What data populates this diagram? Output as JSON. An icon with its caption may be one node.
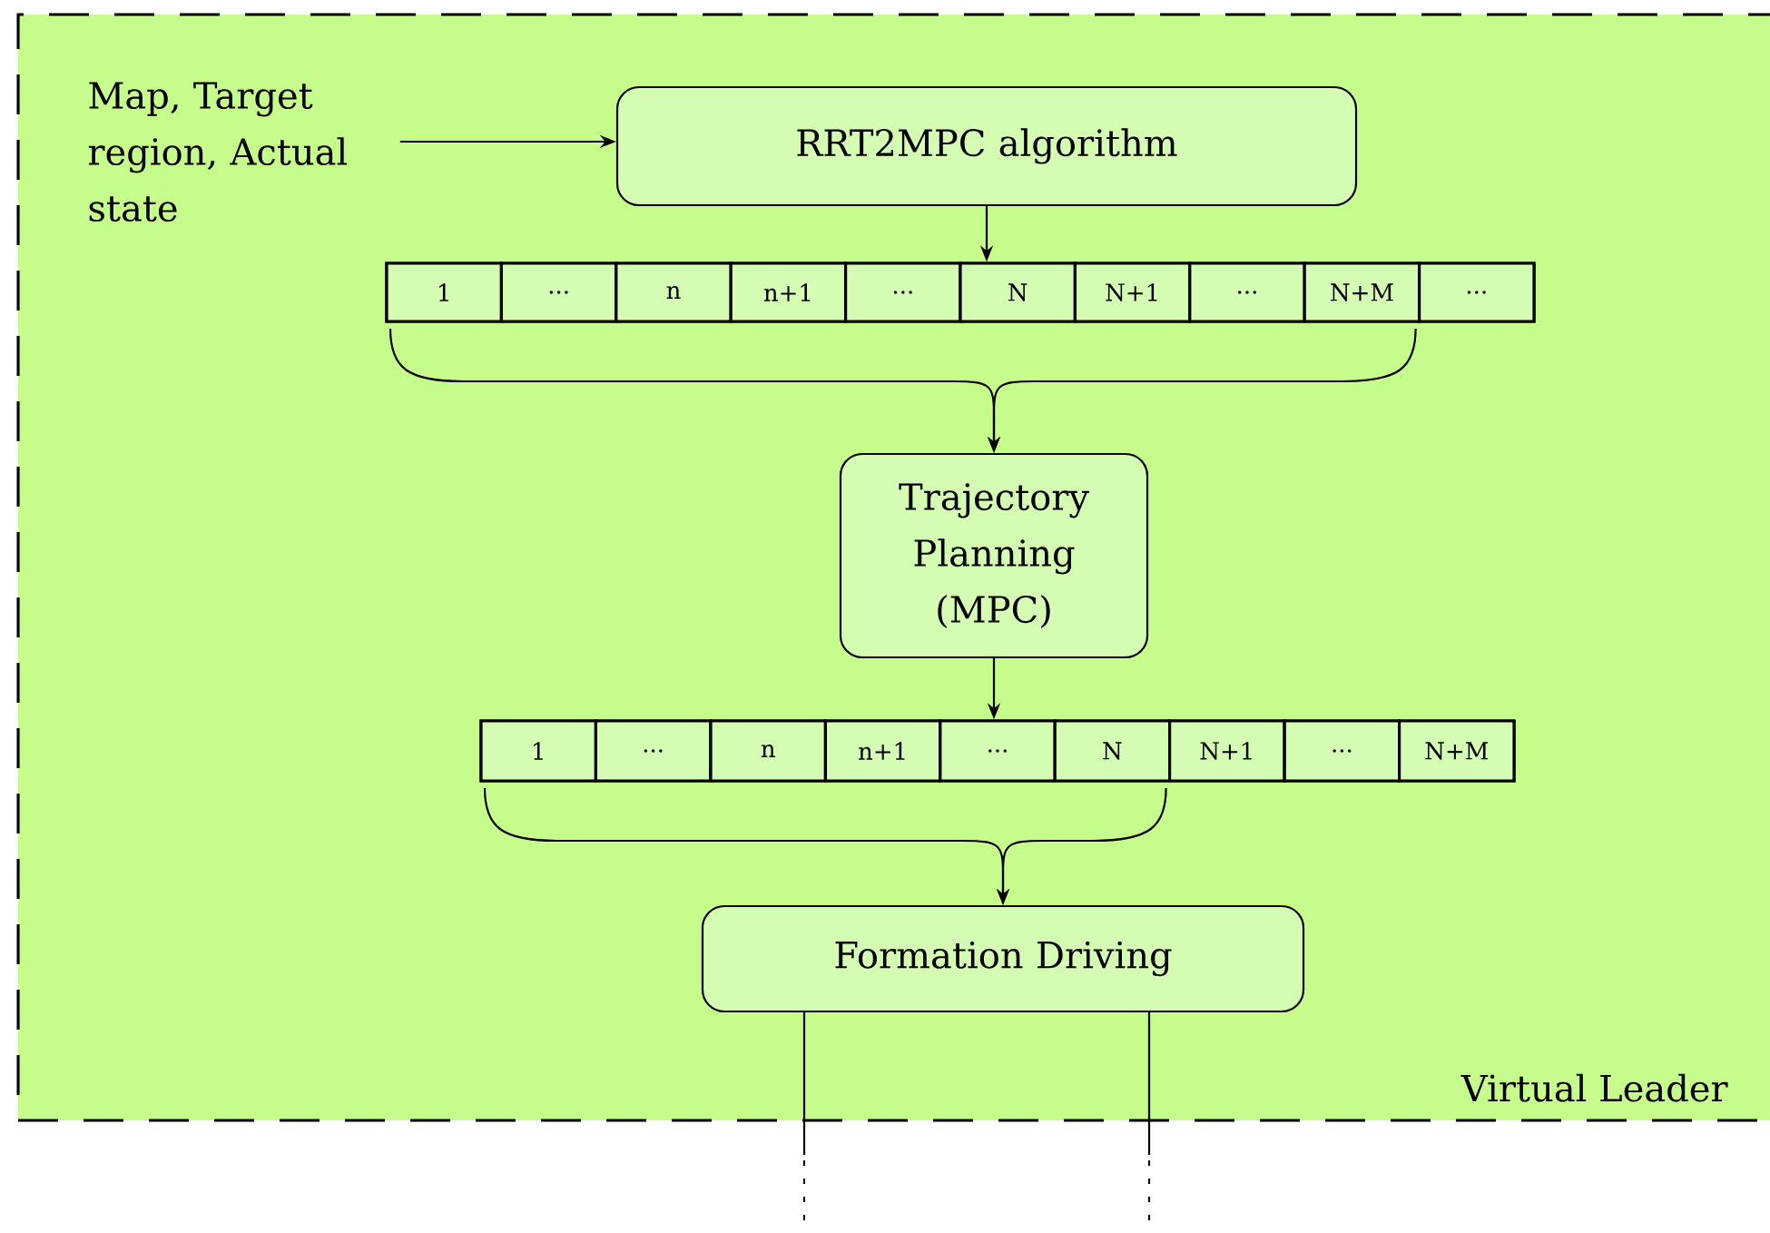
{
  "diagram": {
    "nodes": [
      {
        "text": [
          "Virtual Leader"
        ]
      },
      {
        "text": [
          "Map, Target region, Actual state"
        ],
        "in": 0
      },
      {
        "text": [
          "RRT2MPC algorithm"
        ],
        "in": 0
      },
      {
        "text": [],
        "shape": "bar",
        "in": 0
      },
      {
        "text": [
          "1"
        ],
        "in": 3
      },
      {
        "text": [
          "..."
        ],
        "in": 3
      },
      {
        "text": [
          "n"
        ],
        "in": 3
      },
      {
        "text": [
          "n+1"
        ],
        "in": 3
      },
      {
        "text": [
          "..."
        ],
        "in": 3
      },
      {
        "text": [
          "N"
        ],
        "in": 3
      },
      {
        "text": [
          "N+1"
        ],
        "in": 3
      },
      {
        "text": [
          "..."
        ],
        "in": 3
      },
      {
        "text": [
          "N+M"
        ],
        "in": 3
      },
      {
        "text": [
          "..."
        ],
        "in": 3
      },
      {
        "text": [
          "Trajectory Planning (MPC)"
        ],
        "in": 0
      },
      {
        "text": [],
        "shape": "bar",
        "in": 0
      },
      {
        "text": [
          "1"
        ],
        "in": 15
      },
      {
        "text": [
          "..."
        ],
        "in": 15
      },
      {
        "text": [
          "n"
        ],
        "in": 15
      },
      {
        "text": [
          "n+1"
        ],
        "in": 15
      },
      {
        "text": [
          "..."
        ],
        "in": 15
      },
      {
        "text": [
          "N"
        ],
        "in": 15
      },
      {
        "text": [
          "N+1"
        ],
        "in": 15
      },
      {
        "text": [
          "..."
        ],
        "in": 15
      },
      {
        "text": [
          "N+M"
        ],
        "in": 15
      },
      {
        "text": [
          "Formation Driving"
        ],
        "in": 0
      }
    ],
    "edges": [
      {
        "from": 1,
        "to": 2,
        "arrow": "to"
      },
      {
        "from": 2,
        "to": 3,
        "arrow": "to"
      },
      {
        "from": 4,
        "to": 14,
        "arrow": "to"
      },
      {
        "from": 12,
        "to": 14,
        "arrow": "to"
      },
      {
        "from": 14,
        "to": 15,
        "arrow": "to"
      },
      {
        "from": 16,
        "to": 25,
        "arrow": "to"
      },
      {
        "from": 21,
        "to": 25,
        "arrow": "to"
      },
      {
        "from": 25,
        "to": null,
        "arrow": "none"
      },
      {
        "from": 25,
        "to": null,
        "arrow": "none"
      }
    ]
  }
}
